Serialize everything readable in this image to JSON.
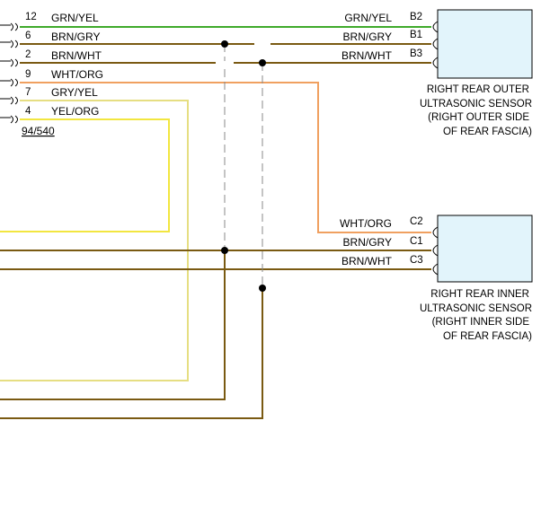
{
  "colors": {
    "grn_yel": "#3faa2a",
    "brn": "#7a5a12",
    "wht_org": "#f0a060",
    "gry_yel": "#e6de82",
    "yel_org": "#f2e640",
    "sensor_fill": "#e2f4fb",
    "splice": "#000000",
    "shield": "#888888"
  },
  "connector": {
    "id": "94/540",
    "pins": [
      {
        "num": "12",
        "wire": "GRN/YEL"
      },
      {
        "num": "6",
        "wire": "BRN/GRY"
      },
      {
        "num": "2",
        "wire": "BRN/WHT"
      },
      {
        "num": "9",
        "wire": "WHT/ORG"
      },
      {
        "num": "7",
        "wire": "GRY/YEL"
      },
      {
        "num": "4",
        "wire": "YEL/ORG"
      }
    ]
  },
  "outer_sensor": {
    "label_lines": [
      "RIGHT REAR OUTER",
      "ULTRASONIC SENSOR",
      "(RIGHT OUTER SIDE",
      "OF REAR FASCIA)"
    ],
    "pins": [
      {
        "num": "B2",
        "wire": "GRN/YEL"
      },
      {
        "num": "B1",
        "wire": "BRN/GRY"
      },
      {
        "num": "B3",
        "wire": "BRN/WHT"
      }
    ]
  },
  "inner_sensor": {
    "label_lines": [
      "RIGHT REAR INNER",
      "ULTRASONIC SENSOR",
      "(RIGHT INNER SIDE",
      "OF REAR FASCIA)"
    ],
    "pins": [
      {
        "num": "C2",
        "wire": "WHT/ORG"
      },
      {
        "num": "C1",
        "wire": "BRN/GRY"
      },
      {
        "num": "C3",
        "wire": "BRN/WHT"
      }
    ]
  }
}
